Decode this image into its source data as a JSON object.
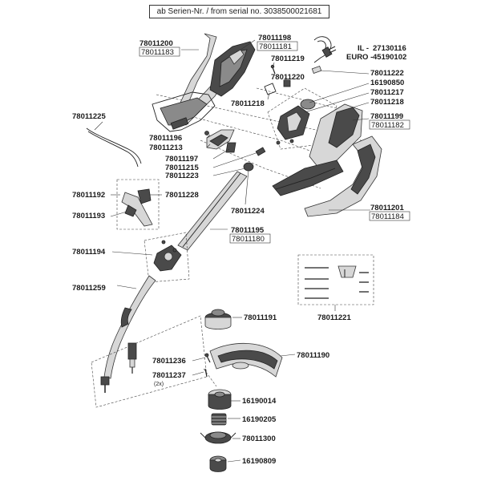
{
  "header": {
    "serial_note": "ab Serien-Nr. / from serial no. 3038500021681"
  },
  "parts": {
    "p78011200": "78011200",
    "p78011183": "78011183",
    "p78011198": "78011198",
    "p78011181": "78011181",
    "p78011219": "78011219",
    "p78011220": "78011220",
    "p78011218a": "78011218",
    "p78011218b": "78011218",
    "p78011222": "78011222",
    "p16190850": "16190850",
    "p78011217": "78011217",
    "p78011199": "78011199",
    "p78011182": "78011182",
    "p78011225": "78011225",
    "p78011196": "78011196",
    "p78011213": "78011213",
    "p78011197": "78011197",
    "p78011215": "78011215",
    "p78011223": "78011223",
    "p78011192": "78011192",
    "p78011228": "78011228",
    "p78011193": "78011193",
    "p78011224": "78011224",
    "p78011201": "78011201",
    "p78011184": "78011184",
    "p78011195": "78011195",
    "p78011180": "78011180",
    "p78011194": "78011194",
    "p78011259": "78011259",
    "p78011221": "78011221",
    "p78011191": "78011191",
    "p78011190": "78011190",
    "p78011236": "78011236",
    "p78011237": "78011237",
    "qty2x": "(2x)",
    "p16190014": "16190014",
    "p16190205": "16190205",
    "p78011300": "78011300",
    "p16190809": "16190809"
  },
  "plug_variants": {
    "il_label": "IL -",
    "il_part": "27130116",
    "euro_label": "EURO -",
    "euro_part": "45190102"
  }
}
